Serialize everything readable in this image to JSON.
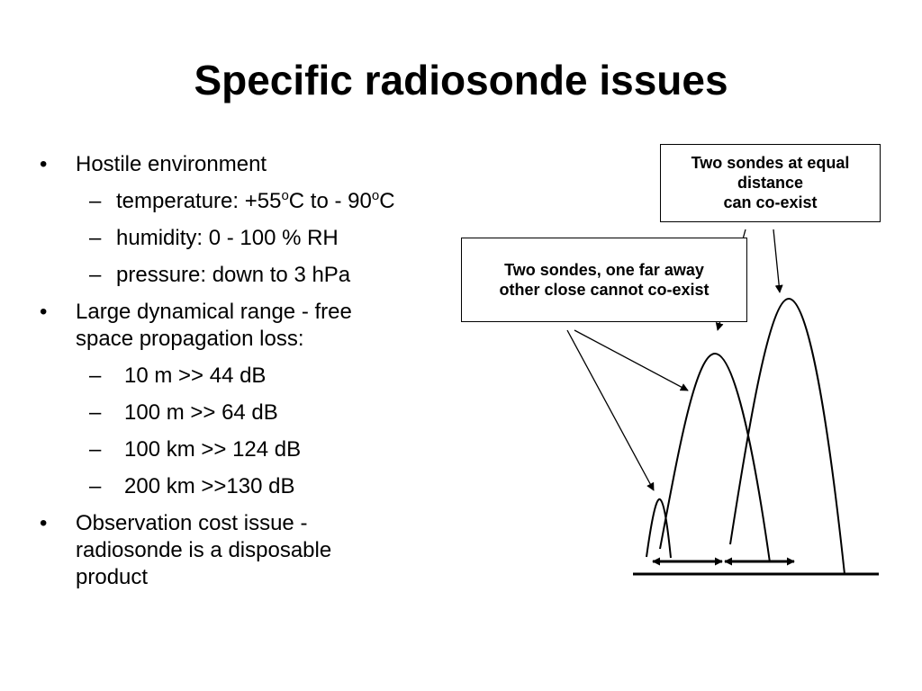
{
  "slide": {
    "title": "Specific radiosonde issues",
    "bullet_char": "•",
    "dash_char": "–",
    "bullets": [
      {
        "text": "Hostile environment",
        "subs": {
          "temperature": {
            "a": "temperature: +55",
            "b": "o",
            "c": "C to - 90",
            "d": "o",
            "e": "C"
          },
          "humidity": "humidity: 0 - 100 % RH",
          "pressure": "pressure: down to 3 hPa"
        }
      },
      {
        "line1": "Large dynamical range - free",
        "line2": "space propagation loss:",
        "subs": [
          "10 m >> 44 dB",
          "100 m >> 64 dB",
          "100 km >> 124 dB",
          "200 km >>130 dB"
        ]
      },
      {
        "line1": "Observation cost issue -",
        "line2": "radiosonde is a disposable",
        "line3": "product"
      }
    ]
  },
  "callouts": {
    "equal": {
      "line1": "Two sondes at equal",
      "line2": "distance",
      "line3": "can co-exist"
    },
    "far": {
      "line1": "Two sondes, one far away",
      "line2": "other close cannot co-exist"
    }
  },
  "colors": {
    "ink": "#000000",
    "background": "#ffffff"
  }
}
